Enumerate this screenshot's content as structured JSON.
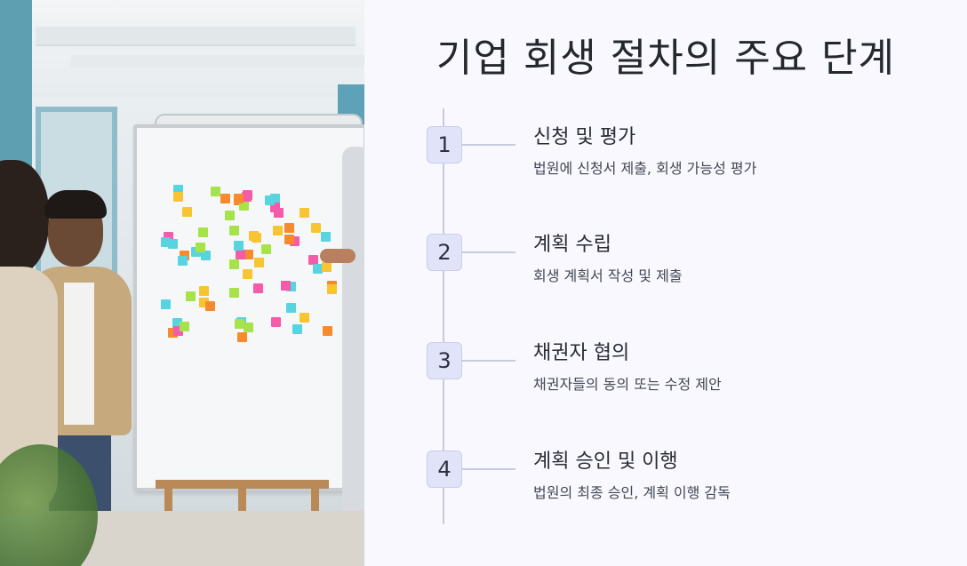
{
  "title": "기업 회생 절차의 주요 단계",
  "colors": {
    "background": "#f8f8fe",
    "number_box": "#e1e4f8",
    "line": "#c7cbe0",
    "text": "#272a36"
  },
  "image": {
    "description_icon": "photo-icon"
  },
  "steps": [
    {
      "number": "1",
      "title": "신청 및 평가",
      "description": "법원에 신청서 제출, 회생 가능성 평가"
    },
    {
      "number": "2",
      "title": "계획 수립",
      "description": "회생 계획서 작성 및 제출"
    },
    {
      "number": "3",
      "title": "채권자 협의",
      "description": "채권자들의 동의 또는 수정 제안"
    },
    {
      "number": "4",
      "title": "계획 승인 및 이행",
      "description": "법원의 최종 승인, 계획 이행 감독"
    }
  ]
}
